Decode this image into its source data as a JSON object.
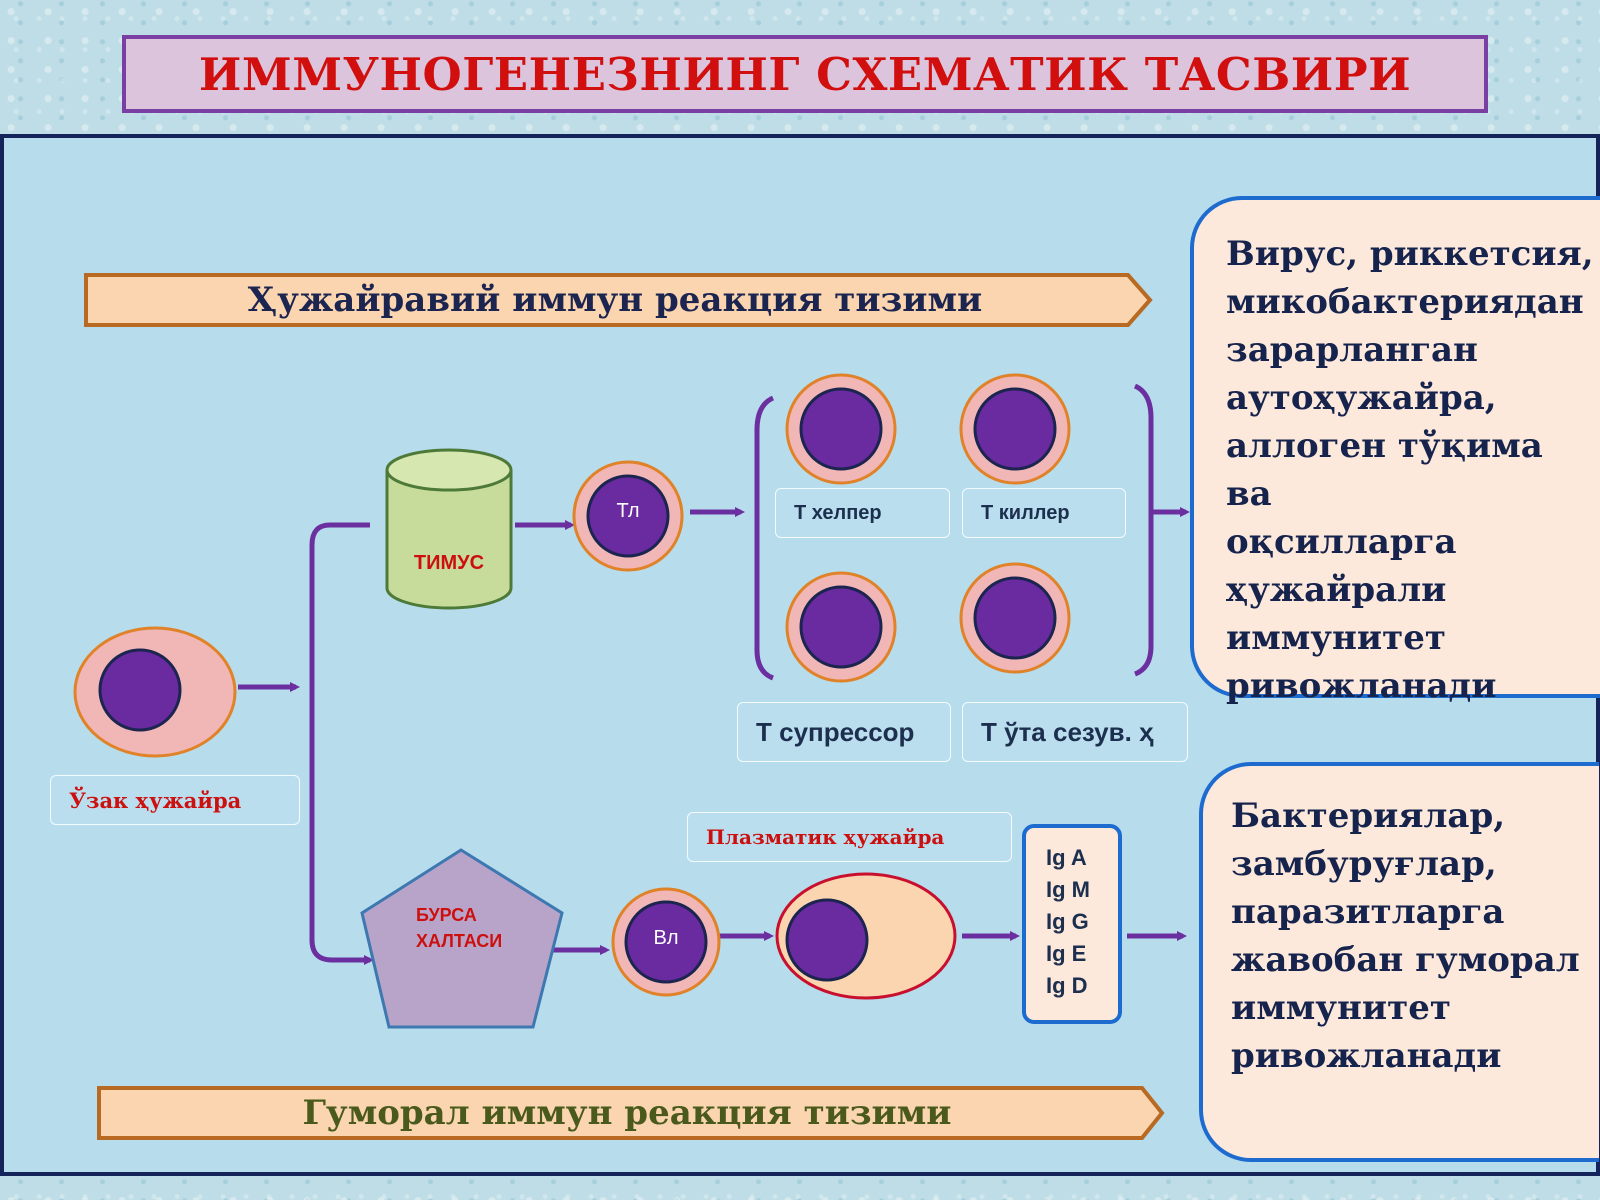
{
  "title": "ИММУНОГЕНЕЗНИНГ СХЕМАТИК ТАСВИРИ",
  "bands": {
    "cellular": "Ҳужайравий иммун реакция тизими",
    "humoral": "Гуморал иммун реакция тизими"
  },
  "stem_cell": {
    "label": "Ўзак ҳужайра"
  },
  "thymus": {
    "label": "ТИМУС"
  },
  "tl_cell": {
    "label": "Тл"
  },
  "t_cells": {
    "helper": "Т хелпер",
    "killer": "Т киллер",
    "suppressor": "Т супрессор",
    "hypersensitive": "Т ўта сезув. ҳ"
  },
  "bursa": {
    "line1": "БУРСА",
    "line2": "ХАЛТАСИ"
  },
  "bl_cell": {
    "label": "Вл"
  },
  "plasma_cell": {
    "label": "Плазматик ҳужайра"
  },
  "immunoglobulins": [
    "Ig A",
    "Ig M",
    "Ig G",
    "Ig E",
    "Ig D"
  ],
  "cellular_result": {
    "lines": [
      "Вирус, риккетсия,",
      "микобактериядан",
      "зарарланган",
      "аутоҳужайра,",
      "аллоген тўқима ва",
      "оқсилларга",
      "ҳужайрали",
      "иммунитет",
      "ривожланади"
    ]
  },
  "humoral_result": {
    "lines": [
      "Бактериялар,",
      "замбуруғлар,",
      "паразитларга",
      "жавобан гуморал",
      "иммунитет",
      "ривожланади"
    ]
  },
  "colors": {
    "title_text": "#d10f0f",
    "arrow": "#6b2fa0",
    "nucleus": "#6a2aa0",
    "cell_fill": "#f1b7b7",
    "band_fill": "#fbd5b0",
    "humoral_band_text": "#4a5a1c",
    "cellular_band_text": "#1c2550",
    "label_red": "#cc1010"
  }
}
